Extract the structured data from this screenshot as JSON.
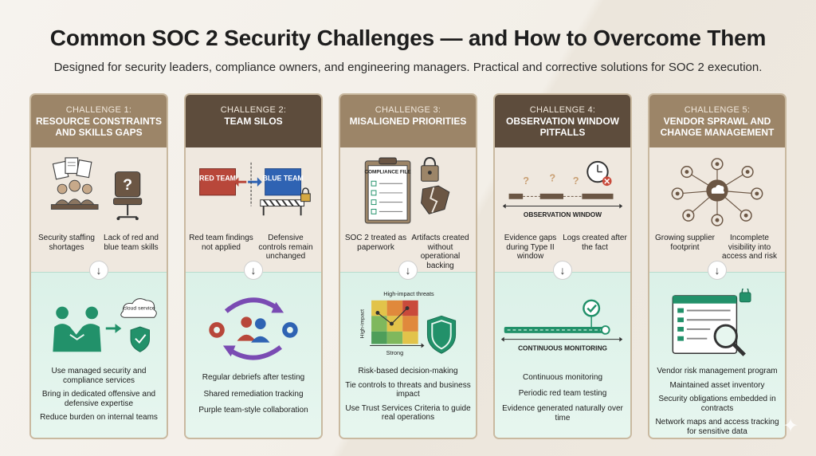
{
  "header": {
    "title": "Common SOC 2 Security Challenges — and How to Overcome Them",
    "subtitle": "Designed for security leaders, compliance owners, and engineering managers. Practical and corrective solutions for SOC 2 execution."
  },
  "arrow_glyph": "↓",
  "colors": {
    "header_tan": "#9c8568",
    "header_dark": "#5d4c3c",
    "solution_green": "#22916a",
    "problem_red": "#b8473a",
    "blue_team": "#2f63b3"
  },
  "challenges": [
    {
      "number": "CHALLENGE 1:",
      "title": "RESOURCE CONSTRAINTS AND SKILLS GAPS",
      "problems": [
        "Security staffing shortages",
        "Lack of red and blue team skills"
      ],
      "illustration_labels": {
        "cloud": "cloud service",
        "question": "?"
      },
      "solutions": [
        "Use managed security and compliance services",
        "Bring in dedicated offensive and defensive expertise",
        "Reduce burden on internal teams"
      ]
    },
    {
      "number": "CHALLENGE 2:",
      "title": "TEAM SILOS",
      "problems": [
        "Red team findings not applied",
        "Defensive controls remain unchanged"
      ],
      "illustration_labels": {
        "red_team": "RED TEAM",
        "blue_team": "BLUE TEAM"
      },
      "solutions": [
        "Regular debriefs after testing",
        "Shared remediation tracking",
        "Purple team-style collaboration"
      ]
    },
    {
      "number": "CHALLENGE 3:",
      "title": "MISALIGNED PRIORITIES",
      "problems": [
        "SOC 2 treated as paperwork",
        "Artifacts created without operational backing"
      ],
      "illustration_labels": {
        "file": "COMPLIANCE FILE",
        "matrix_top": "High-impact threats",
        "matrix_side": "High-impact",
        "matrix_bottom": "Strong"
      },
      "solutions": [
        "Risk-based decision-making",
        "Tie controls to threats and business impact",
        "Use Trust Services Criteria to guide real operations"
      ]
    },
    {
      "number": "CHALLENGE 4:",
      "title": "OBSERVATION WINDOW PITFALLS",
      "problems": [
        "Evidence gaps during Type II window",
        "Logs created after the fact"
      ],
      "illustration_labels": {
        "window": "OBSERVATION WINDOW",
        "monitoring": "CONTINUOUS MONITORING",
        "question": "?"
      },
      "solutions": [
        "Continuous monitoring",
        "Periodic red team testing",
        "Evidence generated naturally over time"
      ]
    },
    {
      "number": "CHALLENGE 5:",
      "title": "VENDOR SPRAWL AND CHANGE MANAGEMENT",
      "problems": [
        "Growing supplier footprint",
        "Incomplete visibility into access and risk"
      ],
      "solutions": [
        "Vendor risk management program",
        "Maintained asset inventory",
        "Security obligations embedded in contracts",
        "Network maps and access tracking for sensitive data"
      ]
    }
  ]
}
